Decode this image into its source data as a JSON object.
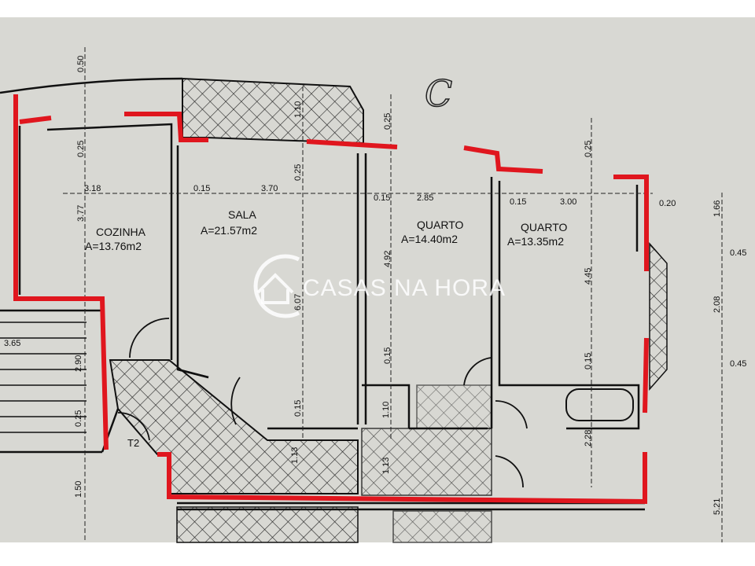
{
  "plan": {
    "unit_label": "T2",
    "handwritten_mark": "C",
    "outline_color": "#e0161e",
    "rooms": [
      {
        "name": "COZINHA",
        "area": "A=13.76m2"
      },
      {
        "name": "SALA",
        "area": "A=21.57m2"
      },
      {
        "name": "QUARTO",
        "area": "A=14.40m2"
      },
      {
        "name": "QUARTO",
        "area": "A=13.35m2"
      }
    ],
    "dimensions": [
      "0.50",
      "0.25",
      "3.18",
      "3.77",
      "0.15",
      "3.70",
      "0.25",
      "1.10",
      "6.07",
      "0.15",
      "0.25",
      "0.15",
      "2.85",
      "4.92",
      "0.15",
      "0.25",
      "0.15",
      "3.00",
      "4.45",
      "0.15",
      "0.20",
      "1.66",
      "0.45",
      "2.08",
      "0.45",
      "2.28",
      "5.21",
      "3.65",
      "2.90",
      "0.25",
      "1.50",
      "1.10",
      "1.13",
      "1.13"
    ]
  },
  "watermark": {
    "text": "CASAS NA HORA",
    "logo": "house-circle-logo"
  }
}
